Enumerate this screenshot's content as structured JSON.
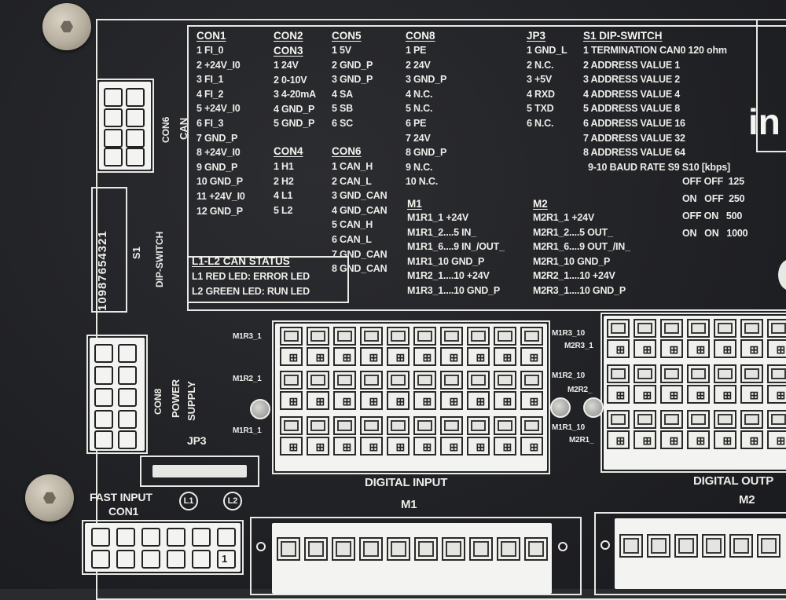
{
  "con1": {
    "title": "CON1",
    "pins": [
      "1 FI_0",
      "2 +24V_I0",
      "3 FI_1",
      "4 FI_2",
      "5 +24V_I0",
      "6 FI_3",
      "7 GND_P",
      "8 +24V_I0",
      "9 GND_P",
      "10 GND_P",
      "11 +24V_I0",
      "12 GND_P"
    ]
  },
  "con2": {
    "title": "CON2"
  },
  "con3": {
    "title": "CON3",
    "pins": [
      "1 24V",
      "2 0-10V",
      "3 4-20mA",
      "4 GND_P",
      "5 GND_P"
    ]
  },
  "con4": {
    "title": "CON4",
    "pins": [
      "1 H1",
      "2 H2",
      "4 L1",
      "5 L2"
    ]
  },
  "con5": {
    "title": "CON5",
    "pins": [
      "1 5V",
      "2 GND_P",
      "3 GND_P",
      "4 SA",
      "5 SB",
      "6 SC"
    ]
  },
  "con6": {
    "title": "CON6",
    "pins": [
      "1 CAN_H",
      "2 CAN_L",
      "3 GND_CAN",
      "4 GND_CAN",
      "5 CAN_H",
      "6 CAN_L",
      "7 GND_CAN",
      "8 GND_CAN"
    ]
  },
  "con8": {
    "title": "CON8",
    "pins": [
      "1 PE",
      "2 24V",
      "3 GND_P",
      "4 N.C.",
      "5 N.C.",
      "6 PE",
      "7 24V",
      "8 GND_P",
      "9 N.C.",
      "10 N.C."
    ]
  },
  "jp3": {
    "title": "JP3",
    "pins": [
      "1 GND_L",
      "2 N.C.",
      "3 +5V",
      "4 RXD",
      "5 TXD",
      "6 N.C."
    ]
  },
  "s1": {
    "title": "S1 DIP-SWITCH",
    "pins": [
      "1 TERMINATION CAN0 120 ohm",
      "2 ADDRESS VALUE 1",
      "3 ADDRESS VALUE 2",
      "4 ADDRESS VALUE 4",
      "5 ADDRESS VALUE 8",
      "6 ADDRESS VALUE 16",
      "7 ADDRESS VALUE 32",
      "8 ADDRESS VALUE 64",
      "9-10 BAUD RATE S9   S10  [kbps]"
    ],
    "baud_rows": [
      "OFF OFF  125",
      "ON   OFF  250",
      "OFF ON   500",
      "ON   ON   1000"
    ]
  },
  "m1": {
    "title": "M1",
    "lines": [
      "M1R1_1 +24V",
      "M1R1_2....5 IN_",
      "M1R1_6....9 IN_/OUT_",
      "M1R1_10 GND_P",
      "M1R2_1....10 +24V",
      "M1R3_1....10 GND_P"
    ]
  },
  "m2": {
    "title": "M2",
    "lines": [
      "M2R1_1 +24V",
      "M2R1_2....5 OUT_",
      "M2R1_6....9 OUT_/IN_",
      "M2R1_10 GND_P",
      "M2R2_1....10 +24V",
      "M2R3_1....10 GND_P"
    ]
  },
  "status": {
    "title": "L1-L2 CAN STATUS",
    "lines": [
      "L1 RED LED: ERROR LED",
      "L2 GREEN LED: RUN LED"
    ]
  },
  "brand_partial": "in",
  "left_labels": {
    "con6": "CON6",
    "can": "CAN",
    "dip_numbers": "10987654321",
    "s1": "S1",
    "dip_switch": "DIP-SWITCH",
    "con8": "CON8",
    "power": "POWER",
    "supply": "SUPPLY",
    "jp3": "JP3",
    "fast_input": "FAST INPUT",
    "con1": "CON1",
    "l1": "L1",
    "l2": "L2",
    "pin1": "1"
  },
  "row_labels": {
    "m1r3_1": "M1R3_1",
    "m1r2_1": "M1R2_1",
    "m1r1_1": "M1R1_1",
    "m1r3_10": "M1R3_10",
    "m1r2_10": "M1R2_10",
    "m1r1_10": "M1R1_10",
    "m2r3_1": "M2R3_1",
    "m2r2_1": "M2R2_",
    "m2r1_1": "M2R1_"
  },
  "sections": {
    "digital_input": "DIGITAL INPUT",
    "digital_output": "DIGITAL OUTP",
    "m1": "M1",
    "m2": "M2"
  }
}
